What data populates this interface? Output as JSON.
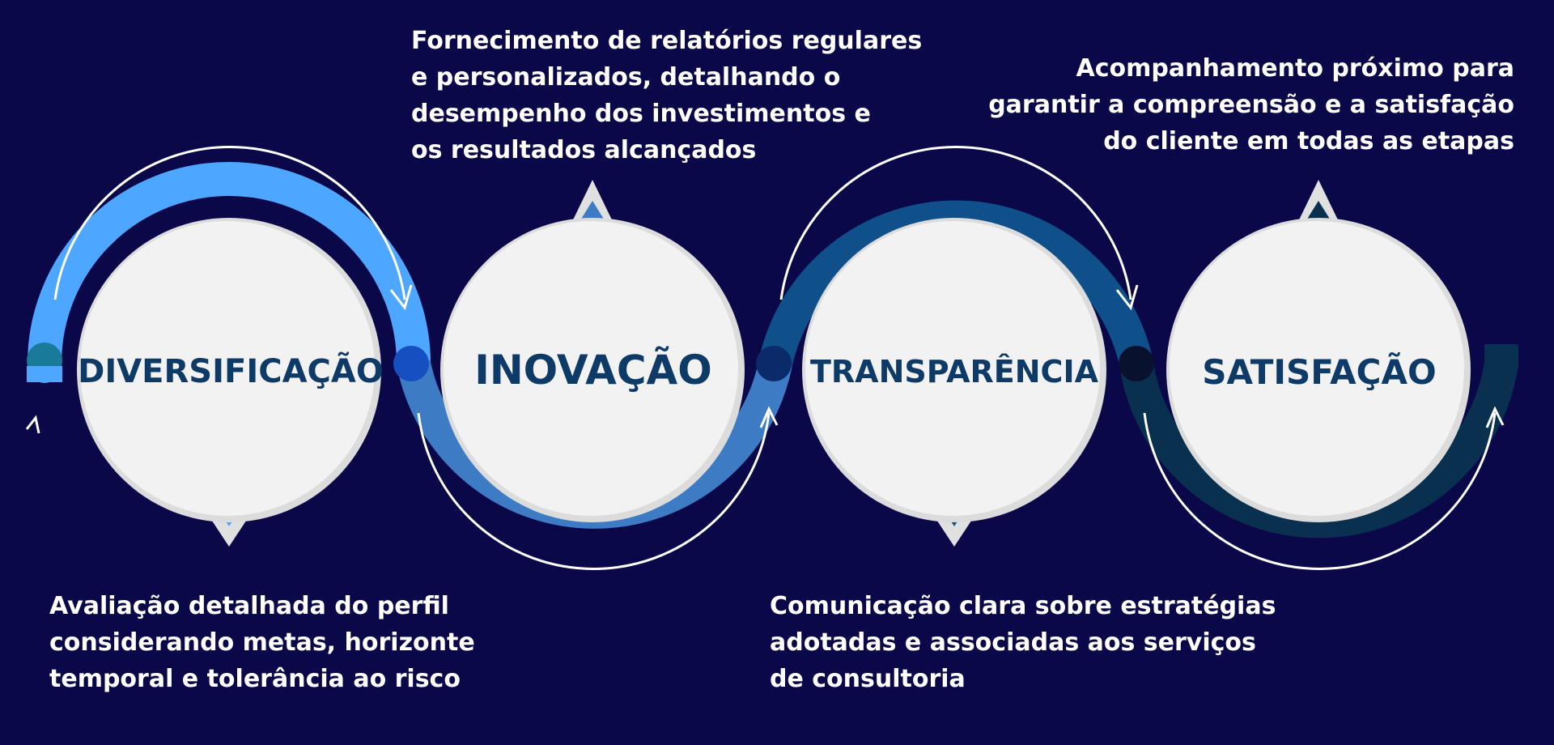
{
  "colors": {
    "background": "#0a0848",
    "arc1": "#4da6ff",
    "arc2": "#3d7cc4",
    "arc3": "#0f4f8a",
    "arc4": "#0a3050",
    "circle": "#f2f2f2",
    "label": "#0d3a66"
  },
  "steps": [
    {
      "label": "DIVERSIFICAÇÃO",
      "description": [
        "Avaliação detalhada do perfil",
        "considerando metas, horizonte",
        "temporal e tolerância ao risco"
      ]
    },
    {
      "label": "INOVAÇÃO",
      "description": [
        "Fornecimento de relatórios regulares",
        "e personalizados, detalhando o",
        "desempenho dos investimentos e",
        "os resultados alcançados"
      ]
    },
    {
      "label": "TRANSPARÊNCIA",
      "description": [
        "Comunicação clara sobre estratégias",
        "adotadas e associadas aos serviços",
        "de consultoria"
      ]
    },
    {
      "label": "SATISFAÇÃO",
      "description": [
        "Acompanhamento próximo para",
        "garantir a compreensão e a satisfação",
        "do cliente em todas as etapas"
      ]
    }
  ]
}
